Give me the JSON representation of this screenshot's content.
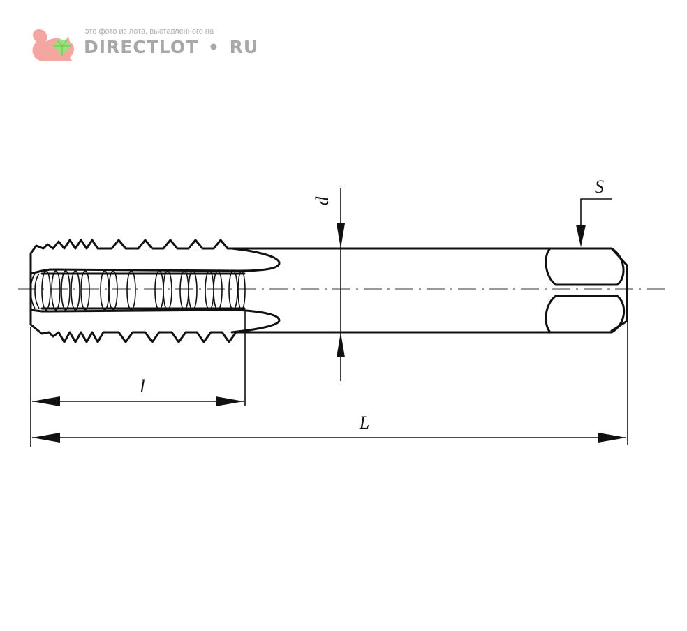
{
  "watermark": {
    "caption": "это фото из лота, выставленного на",
    "brand_left": "DIRECTLOT",
    "brand_sep": "•",
    "brand_right": "RU",
    "logo_icon": "squirrel-gem-icon",
    "logo_color": "#f4a6a0",
    "gem_color": "#9be07c"
  },
  "drawing": {
    "labels": {
      "thread_length": "l",
      "total_length": "L",
      "diameter": "d",
      "square": "S"
    },
    "line_color": "#111111"
  }
}
